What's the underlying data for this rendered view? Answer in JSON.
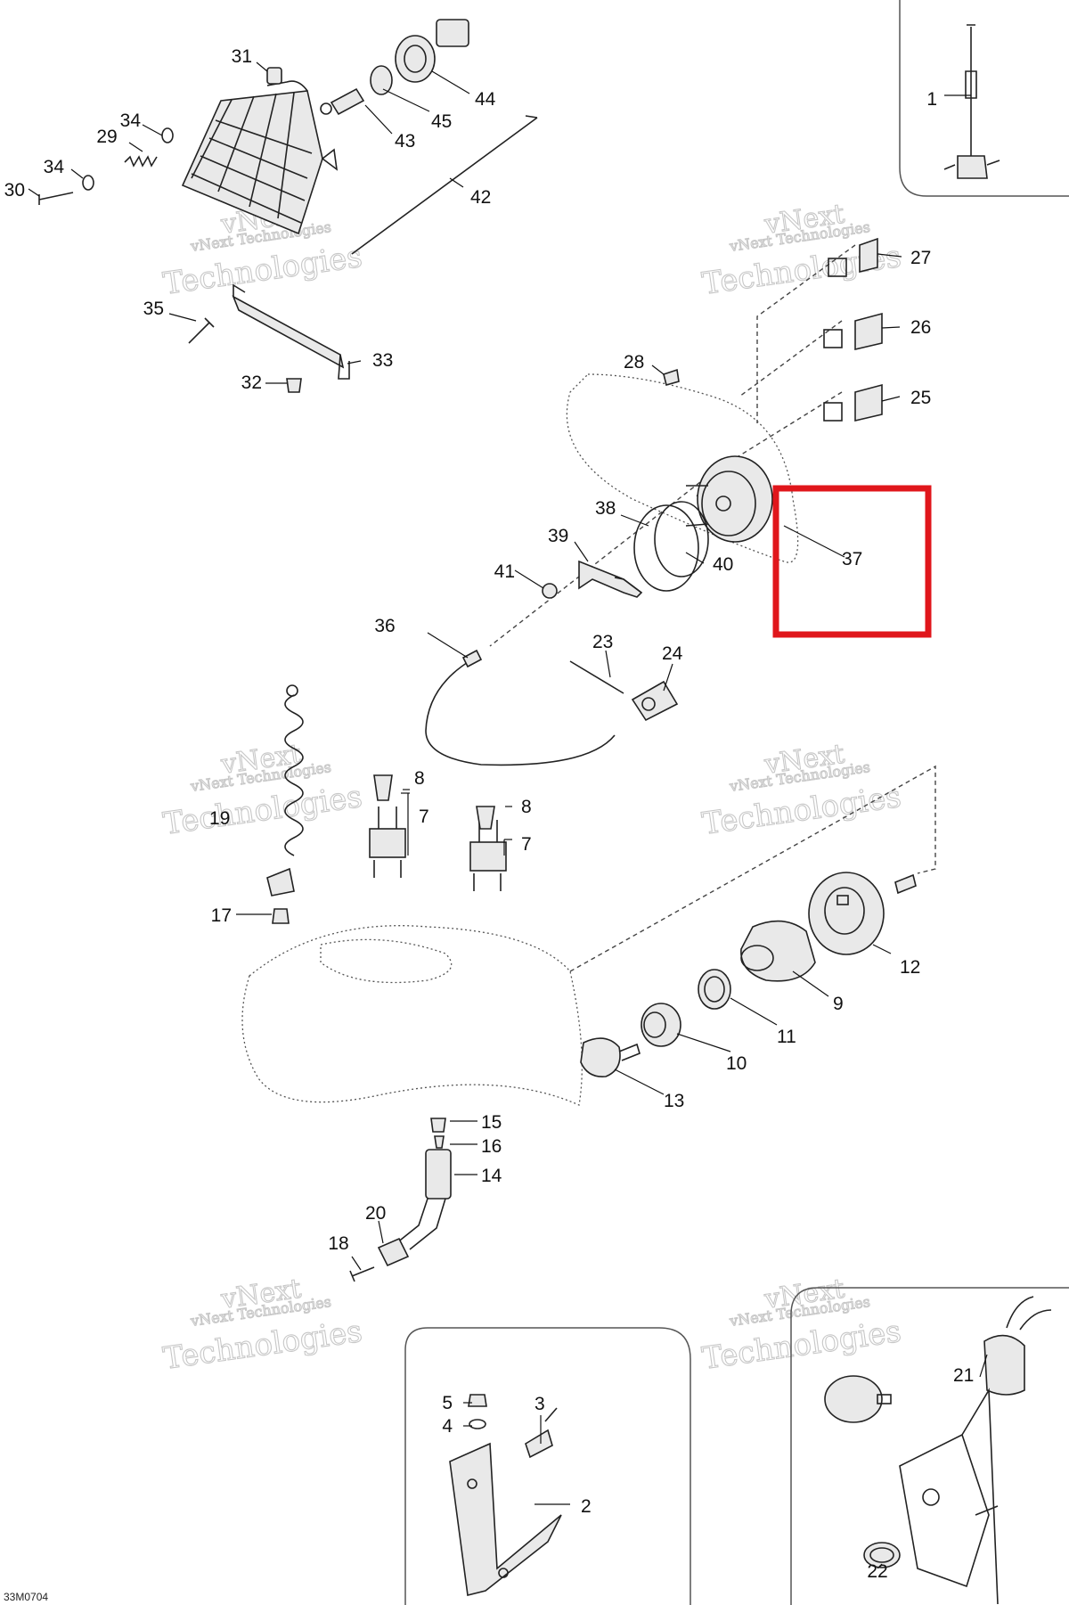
{
  "diagram_code": "33M0704",
  "highlight_color": "#e0161b",
  "watermark": {
    "line1": "vNext Technologies",
    "line2": "vNext",
    "line3": "Technologies"
  },
  "callouts": {
    "c1": "1",
    "c2": "2",
    "c3": "3",
    "c4": "4",
    "c5": "5",
    "c7a": "7",
    "c7b": "7",
    "c8a": "8",
    "c8b": "8",
    "c9": "9",
    "c10": "10",
    "c11": "11",
    "c12": "12",
    "c13": "13",
    "c14": "14",
    "c15": "15",
    "c16": "16",
    "c17": "17",
    "c18": "18",
    "c19": "19",
    "c20": "20",
    "c21": "21",
    "c22": "22",
    "c23": "23",
    "c24": "24",
    "c25": "25",
    "c26": "26",
    "c27": "27",
    "c28": "28",
    "c29": "29",
    "c30": "30",
    "c31": "31",
    "c32": "32",
    "c33": "33",
    "c34a": "34",
    "c34b": "34",
    "c35": "35",
    "c36": "36",
    "c37": "37",
    "c38": "38",
    "c39": "39",
    "c40": "40",
    "c41": "41",
    "c42": "42",
    "c43": "43",
    "c44": "44",
    "c45": "45"
  }
}
